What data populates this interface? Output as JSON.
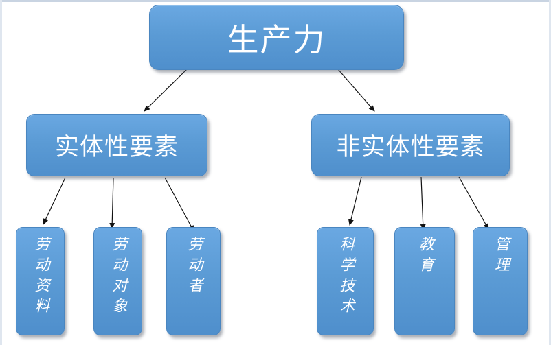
{
  "diagram": {
    "root": {
      "label": "生产力"
    },
    "categories": [
      {
        "label": "实体性要素",
        "children": [
          {
            "label": "劳动资料"
          },
          {
            "label": "劳动对象"
          },
          {
            "label": "劳动者"
          }
        ]
      },
      {
        "label": "非实体性要素",
        "children": [
          {
            "label": "科学技术"
          },
          {
            "label": "教育"
          },
          {
            "label": "管理"
          }
        ]
      }
    ],
    "colors": {
      "box_fill": "#5b9bd5",
      "box_border": "#4a86c0",
      "text": "#ffffff",
      "arrow": "#111111"
    }
  }
}
